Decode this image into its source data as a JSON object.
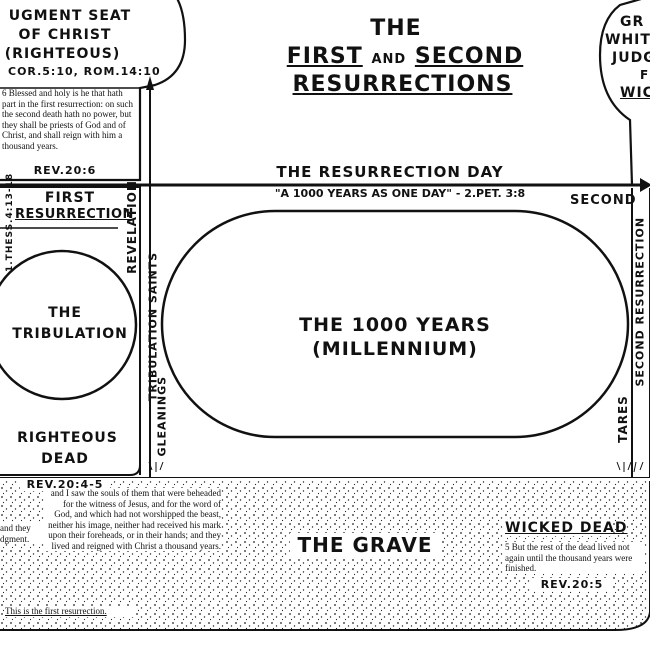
{
  "title": {
    "line1": "THE",
    "line2a": "FIRST",
    "line2b": "AND",
    "line2c": "SECOND",
    "line3": "RESURRECTIONS"
  },
  "judgment_seat": {
    "line1": "UGMENT SEAT",
    "line2": "OF CHRIST",
    "line3": "(RIGHTEOUS)",
    "refs": "COR.5:10, ROM.14:10",
    "verse": "6 Blessed and holy is he that hath part in the first resurrection: on such the second death hath no power, but they shall be priests of God and of Christ, and shall reign with him a thousand years.",
    "ref": "REV.20:6"
  },
  "white_throne": {
    "line1": "GR",
    "line2": "WHITE",
    "line3": "JUDG",
    "line4": "F",
    "line5": "WIC"
  },
  "resurrection_day": "THE RESURRECTION DAY",
  "one_day_quote": "\"A 1000 YEARS AS ONE DAY\" - 2.PET. 3:8",
  "first_resurrection": {
    "line1": "FIRST",
    "line2": "RESURRECTION"
  },
  "thess_ref": "1.THESS.4:13-18",
  "revelation": "REVELATION",
  "tribulation_saints": "TRIBULATION SAINTS",
  "gleanings": "GLEANINGS",
  "tribulation": {
    "line1": "THE",
    "line2": "TRIBULATION"
  },
  "righteous_dead": {
    "line1": "RIGHTEOUS",
    "line2": "DEAD"
  },
  "rev_20_4_5": "REV.20:4-5",
  "millennium": {
    "line1": "THE 1000 YEARS",
    "line2": "(MILLENNIUM)"
  },
  "second": "SECOND",
  "second_resurrection": "SECOND RESURRECTION",
  "tares": "TARES",
  "grave": "THE GRAVE",
  "left_fragment": "and they\ndgment.",
  "souls_verse": "and I saw the souls of them that were beheaded for the witness of Jesus, and for the word of God, and which had not worshipped the beast, neither his image, neither had received his mark upon their foreheads, or in their hands; and they lived and reigned with Christ a thousand years.",
  "first_res_note": "This is the first resurrection.",
  "wicked_dead": "WICKED DEAD",
  "wicked_verse": "5 But the rest of the dead lived not again until the thousand years were finished.",
  "rev_20_5": "REV.20:5"
}
